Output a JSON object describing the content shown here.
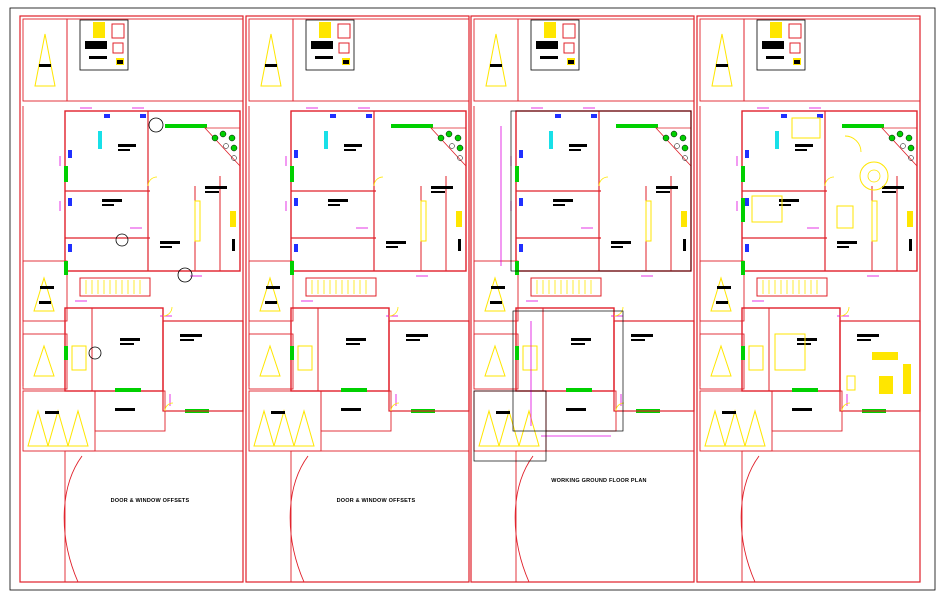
{
  "sheet": {
    "background": "#ffffff",
    "colors": {
      "wall": "#e0202a",
      "outline": "#000000",
      "window": "#00d000",
      "furniture": "#ffe600",
      "fixture": "#18e0e8",
      "dimension": "#e000e0",
      "blue_marks": "#2030ff"
    }
  },
  "panels": [
    {
      "id": "panel-1",
      "title": "DOOR & WINDOW OFFSETS"
    },
    {
      "id": "panel-2",
      "title": "DOOR & WINDOW OFFSETS"
    },
    {
      "id": "panel-3",
      "title": "WORKING GROUND FLOOR PLAN"
    },
    {
      "id": "panel-4",
      "title": ""
    }
  ]
}
